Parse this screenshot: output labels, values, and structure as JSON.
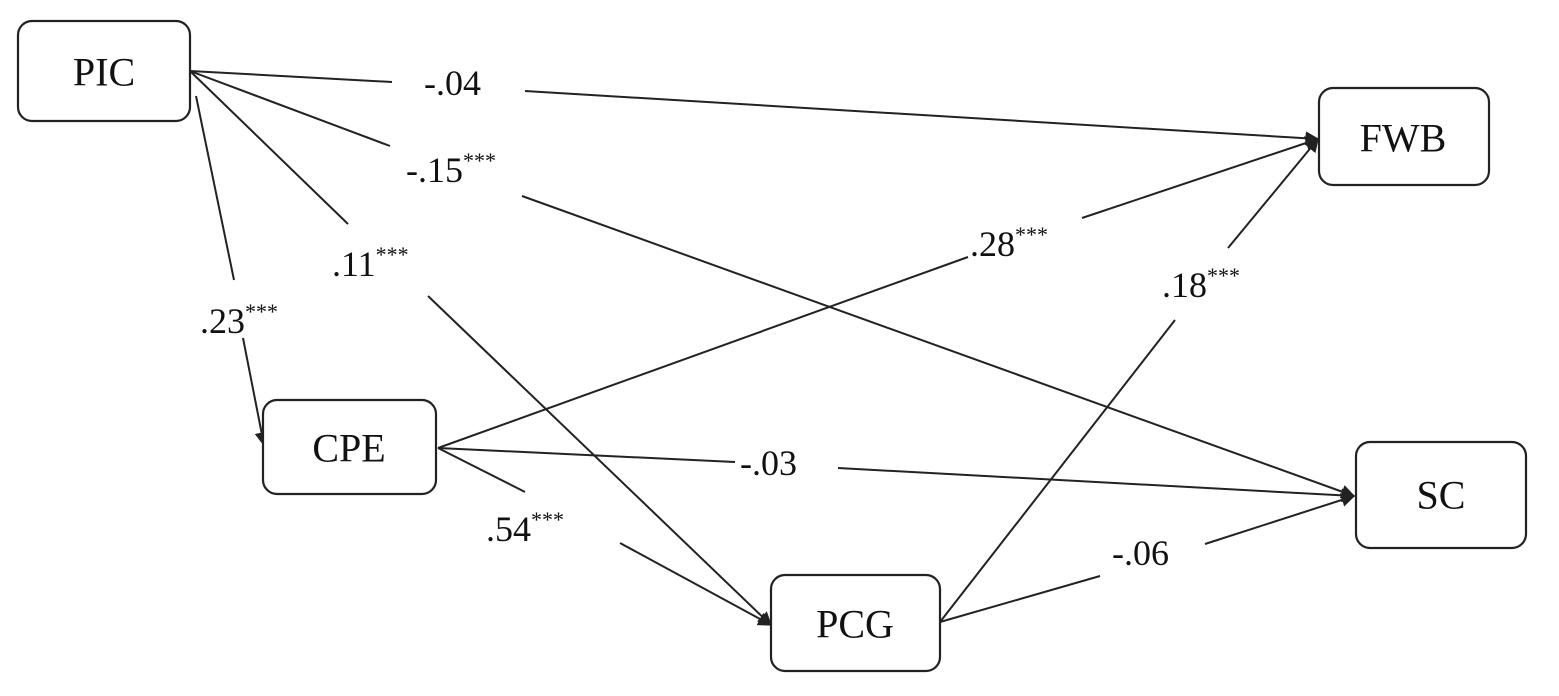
{
  "nodes": {
    "pic": "PIC",
    "cpe": "CPE",
    "pcg": "PCG",
    "fwb": "FWB",
    "sc": "SC"
  },
  "paths": {
    "pic_fwb": {
      "coef": "-.04",
      "sig": ""
    },
    "pic_sc": {
      "coef": "-.15",
      "sig": "***"
    },
    "pic_pcg": {
      "coef": ".11",
      "sig": "***"
    },
    "pic_cpe": {
      "coef": ".23",
      "sig": "***"
    },
    "cpe_fwb": {
      "coef": ".28",
      "sig": "***"
    },
    "pcg_fwb": {
      "coef": ".18",
      "sig": "***"
    },
    "cpe_sc": {
      "coef": "-.03",
      "sig": ""
    },
    "cpe_pcg": {
      "coef": ".54",
      "sig": "***"
    },
    "pcg_sc": {
      "coef": "-.06",
      "sig": ""
    }
  },
  "colors": {
    "stroke": "#222222",
    "text": "#111111",
    "background": "#ffffff"
  }
}
